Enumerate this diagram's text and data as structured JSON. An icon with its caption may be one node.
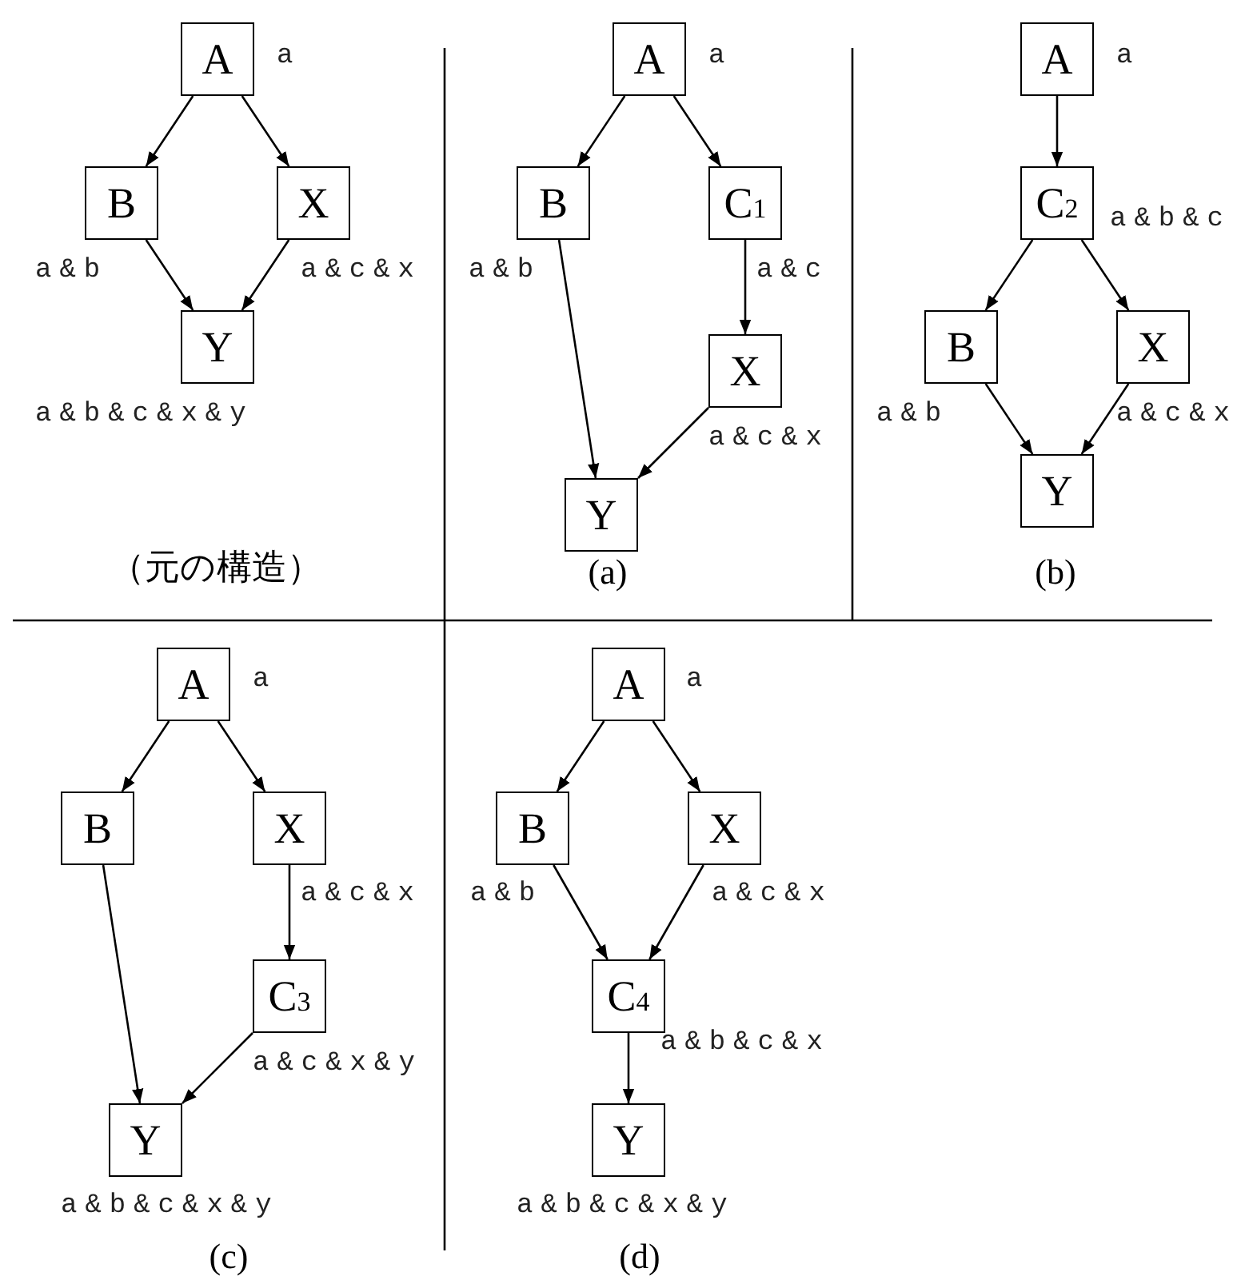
{
  "diagram": {
    "nodes": [
      {
        "text": [
          "A"
        ],
        "beside": [
          "a"
        ]
      },
      {
        "text": [
          "B"
        ],
        "beside": [
          "a&b"
        ]
      },
      {
        "text": [
          "X"
        ],
        "beside": [
          "a&c&x"
        ]
      },
      {
        "text": [
          "Y"
        ],
        "beside": [
          "a&b&c&x&y"
        ]
      },
      {
        "text": [
          "A"
        ],
        "beside": [
          "a"
        ]
      },
      {
        "text": [
          "B"
        ],
        "beside": [
          "a&b"
        ]
      },
      {
        "text": [
          "C$_{1}$"
        ],
        "beside": [
          "a&c"
        ]
      },
      {
        "text": [
          "X"
        ],
        "beside": [
          "a&c&x"
        ]
      },
      {
        "text": [
          "Y"
        ]
      },
      {
        "text": [
          "A"
        ],
        "beside": [
          "a"
        ]
      },
      {
        "text": [
          "C$_{2}$"
        ],
        "beside": [
          "a&b&c"
        ]
      },
      {
        "text": [
          "B"
        ],
        "beside": [
          "a&b"
        ]
      },
      {
        "text": [
          "X"
        ],
        "beside": [
          "a&c&x"
        ]
      },
      {
        "text": [
          "Y"
        ]
      },
      {
        "text": [
          "A"
        ],
        "beside": [
          "a"
        ]
      },
      {
        "text": [
          "B"
        ]
      },
      {
        "text": [
          "X"
        ],
        "beside": [
          "a&c&x"
        ]
      },
      {
        "text": [
          "C$_{3}$"
        ],
        "beside": [
          "a&c&x&y"
        ]
      },
      {
        "text": [
          "Y"
        ],
        "beside": [
          "a&b&c&x&y"
        ]
      },
      {
        "text": [
          "A"
        ],
        "beside": [
          "a"
        ]
      },
      {
        "text": [
          "B"
        ],
        "beside": [
          "a&b"
        ]
      },
      {
        "text": [
          "X"
        ],
        "beside": [
          "a&c&x"
        ]
      },
      {
        "text": [
          "C$_{4}$"
        ],
        "beside": [
          "a&b&c&x"
        ]
      },
      {
        "text": [
          "Y"
        ],
        "beside": [
          "a&b&c&x&y"
        ]
      }
    ],
    "edges": [
      {
        "from": 0,
        "to": 1,
        "arrow": "to"
      },
      {
        "from": 0,
        "to": 2,
        "arrow": "to"
      },
      {
        "from": 1,
        "to": 3,
        "arrow": "to"
      },
      {
        "from": 2,
        "to": 3,
        "arrow": "to"
      },
      {
        "from": 4,
        "to": 5,
        "arrow": "to"
      },
      {
        "from": 4,
        "to": 6,
        "arrow": "to"
      },
      {
        "from": 6,
        "to": 7,
        "arrow": "to"
      },
      {
        "from": 5,
        "to": 8,
        "arrow": "to"
      },
      {
        "from": 7,
        "to": 8,
        "arrow": "to"
      },
      {
        "from": 9,
        "to": 10,
        "arrow": "to"
      },
      {
        "from": 10,
        "to": 11,
        "arrow": "to"
      },
      {
        "from": 10,
        "to": 12,
        "arrow": "to"
      },
      {
        "from": 11,
        "to": 13,
        "arrow": "to"
      },
      {
        "from": 12,
        "to": 13,
        "arrow": "to"
      },
      {
        "from": 14,
        "to": 15,
        "arrow": "to"
      },
      {
        "from": 14,
        "to": 16,
        "arrow": "to"
      },
      {
        "from": 16,
        "to": 17,
        "arrow": "to"
      },
      {
        "from": 15,
        "to": 18,
        "arrow": "to"
      },
      {
        "from": 17,
        "to": 18,
        "arrow": "to"
      },
      {
        "from": 19,
        "to": 20,
        "arrow": "to"
      },
      {
        "from": 19,
        "to": 21,
        "arrow": "to"
      },
      {
        "from": 20,
        "to": 22,
        "arrow": "to"
      },
      {
        "from": 21,
        "to": 22,
        "arrow": "to"
      },
      {
        "from": 22,
        "to": 23,
        "arrow": "to"
      }
    ],
    "labels": [
      "（元の構造）",
      "(a)",
      "(b)",
      "(c)",
      "(d)"
    ]
  }
}
